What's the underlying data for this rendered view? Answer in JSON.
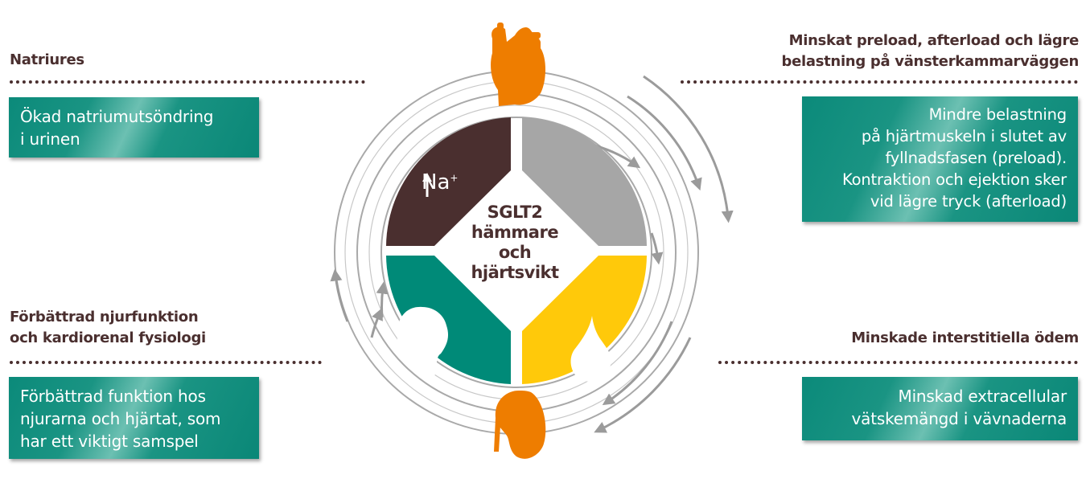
{
  "center": {
    "title_lines": [
      "SGLT2",
      "hämmare",
      "och",
      "hjärtsvikt"
    ],
    "na_label": "Na",
    "na_superscript": "+",
    "na_arrow": "up-arrow",
    "top_icon": "heart-icon",
    "bottom_icon": "kidney-icon",
    "quadrants": [
      {
        "position": "top-left",
        "color": "#4a2f2f",
        "content": "↑Na+"
      },
      {
        "position": "top-right",
        "color": "#a6a6a6",
        "content": ""
      },
      {
        "position": "bottom-left",
        "color": "#008a78",
        "content": "kidney-silhouette"
      },
      {
        "position": "bottom-right",
        "color": "#ffc90a",
        "content": "drop-silhouette"
      }
    ],
    "organ_color": "#ee7d00",
    "arrow_color": "#9b9b9b"
  },
  "panels": {
    "top_left": {
      "heading": [
        "Natriures"
      ],
      "box_lines": [
        "Ökad natriumutsöndring",
        "i urinen"
      ]
    },
    "bottom_left": {
      "heading": [
        "Förbättrad njurfunktion",
        "och kardiorenal fysiologi"
      ],
      "box_lines": [
        "Förbättrad funktion hos",
        "njurarna och hjärtat, som",
        "har ett viktigt samspel"
      ]
    },
    "top_right": {
      "heading": [
        "Minskat preload, afterload och lägre",
        "belastning på vänsterkammarväggen"
      ],
      "box_lines": [
        "Mindre belastning",
        "på hjärtmuskeln i slutet av",
        "fyllnadsfasen (preload).",
        "Kontraktion och ejektion sker",
        "vid lägre tryck (afterload)"
      ]
    },
    "bottom_right": {
      "heading": [
        "Minskade interstitiella ödem"
      ],
      "box_lines": [
        "Minskad extracellular",
        "vätskemängd i vävnaderna"
      ]
    }
  },
  "colors": {
    "heading_text": "#4a2f2f",
    "box_teal": "#0b8a7a",
    "box_text": "#ffffff"
  }
}
